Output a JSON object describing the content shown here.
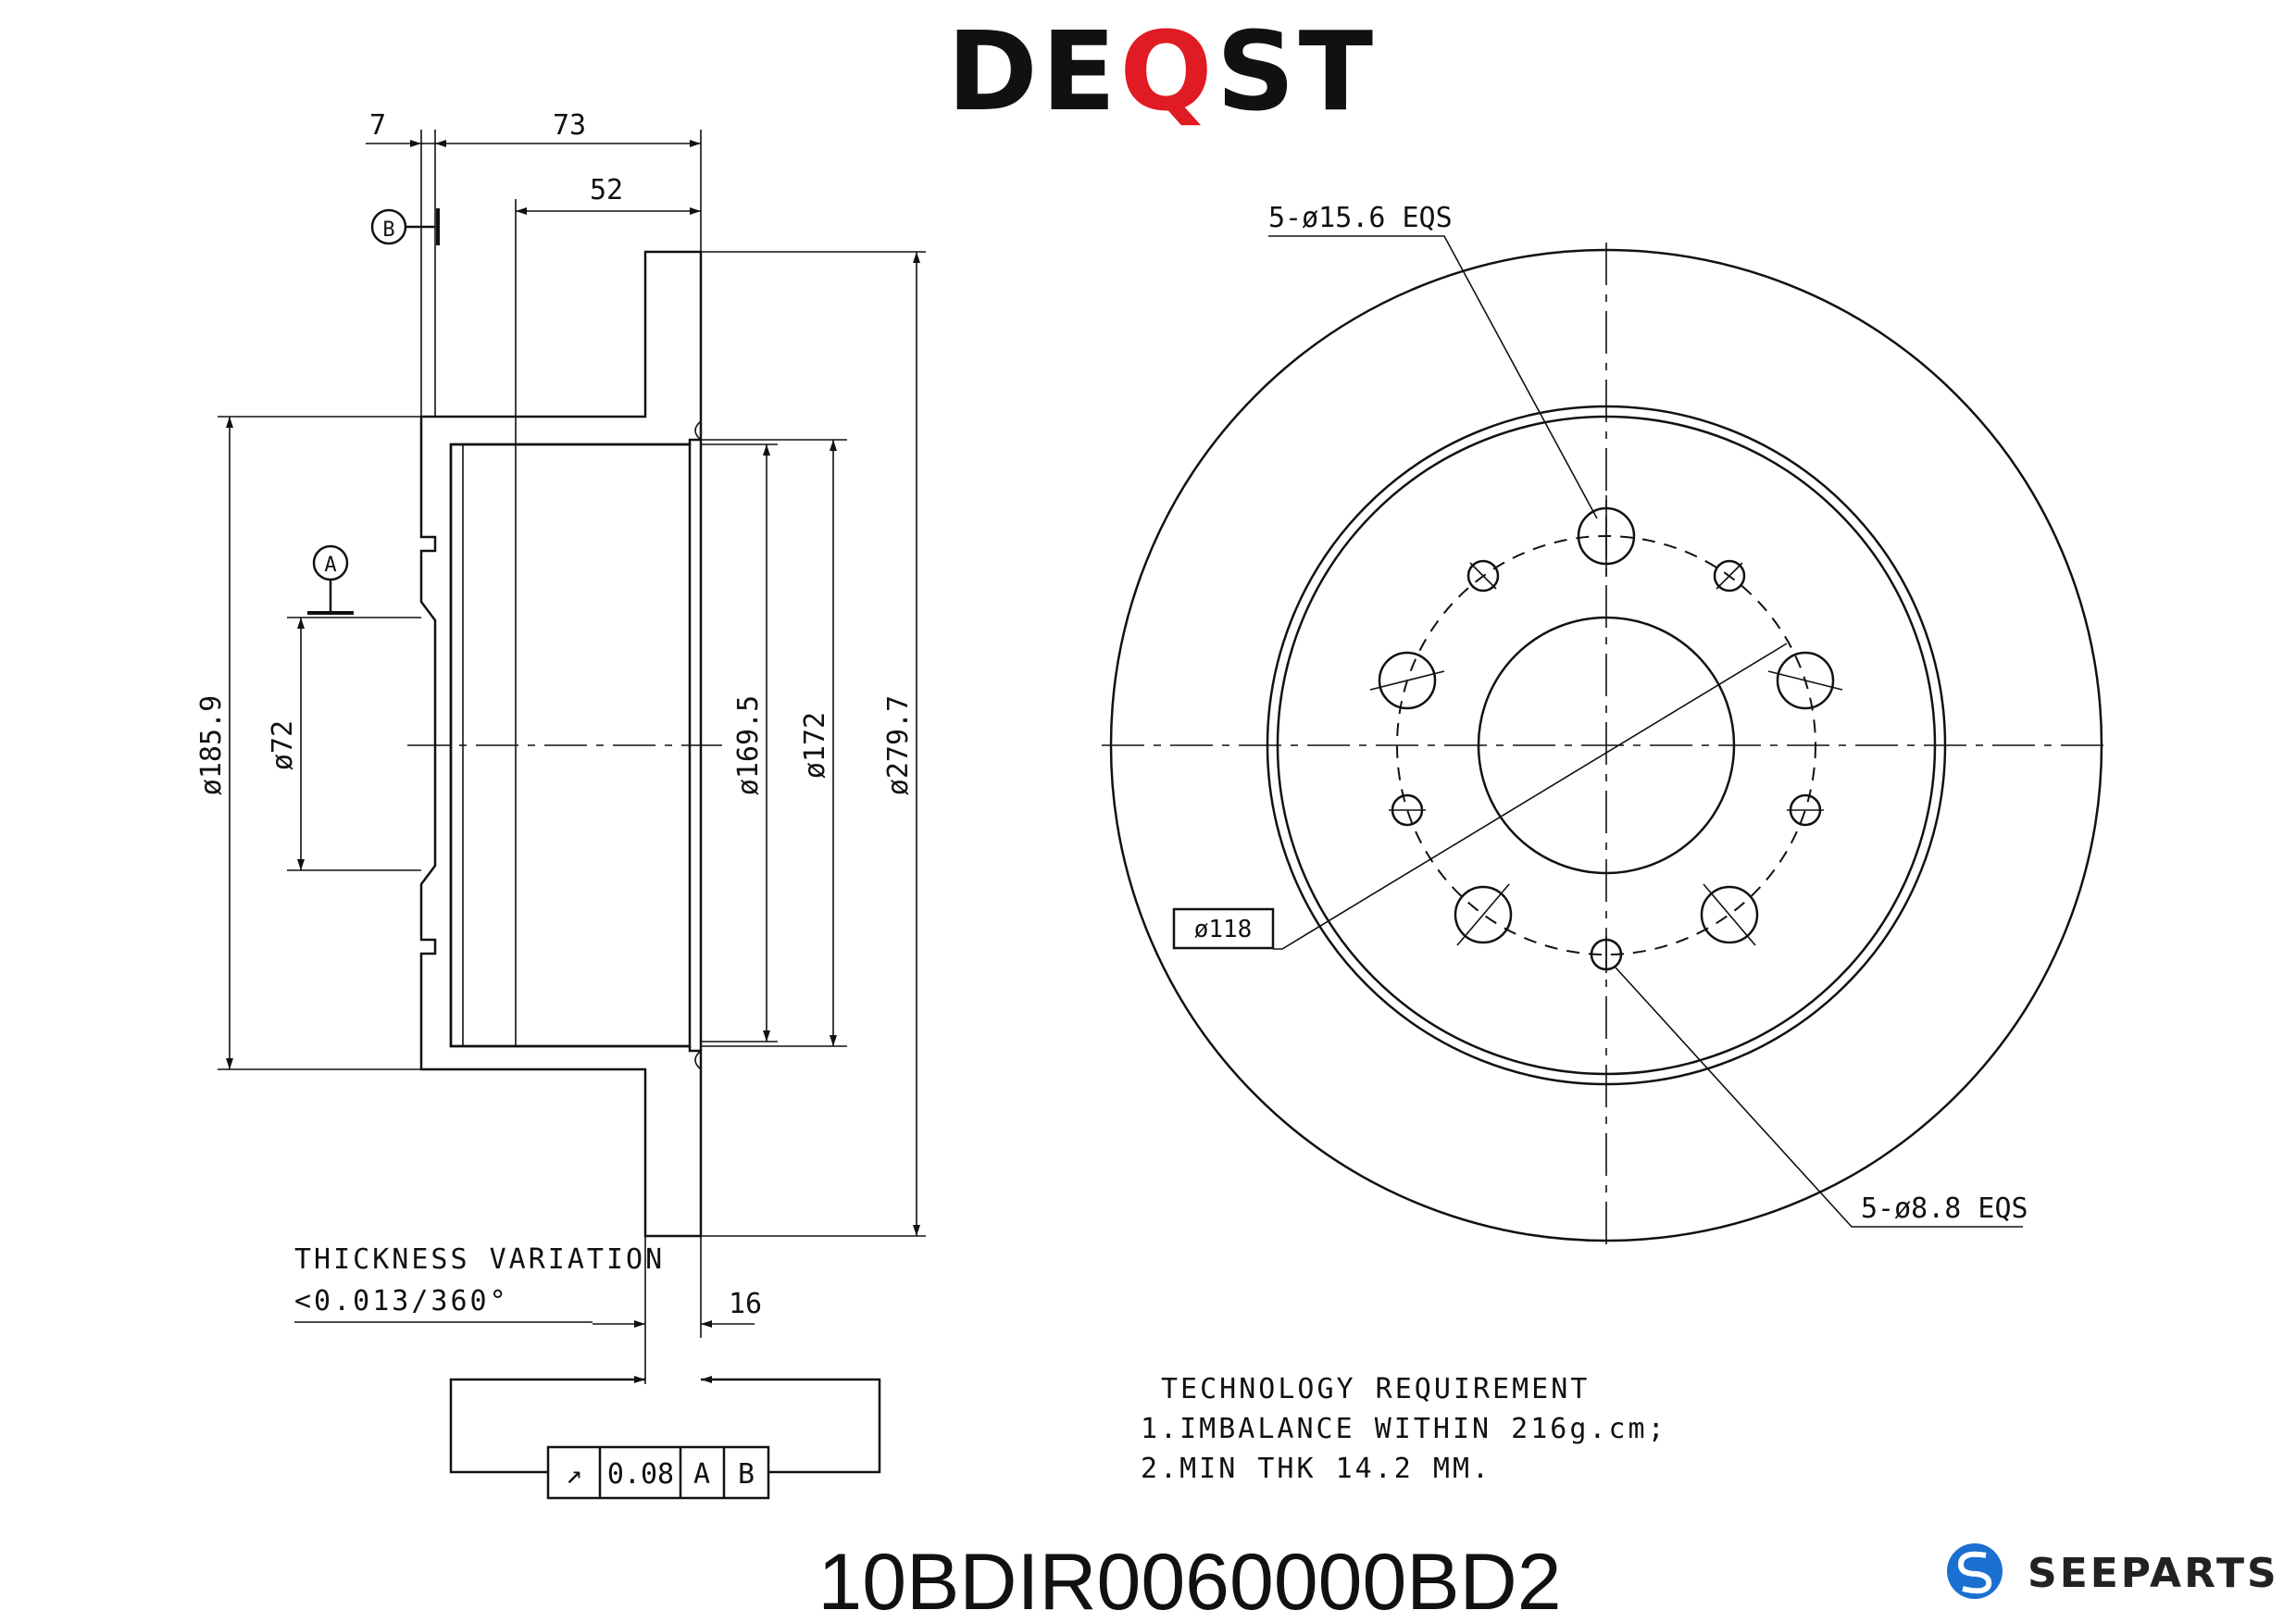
{
  "brand": {
    "prefix": "DE",
    "highlight": "Q",
    "suffix": "ST",
    "highlight_color": "#e01b24"
  },
  "part_number": "10BDIR0060000BD2",
  "seeparts": {
    "logo_text": "SEEPARTS",
    "logo_color": "#1a6fd1"
  },
  "section_view": {
    "dims": {
      "d7": "7",
      "d73": "73",
      "d52": "52",
      "d185": "ø185.9",
      "d72": "ø72",
      "d169": "ø169.5",
      "d172": "ø172",
      "d279": "ø279.7",
      "d16": "16"
    },
    "datum_a": "A",
    "datum_b": "B",
    "thickness_variation": {
      "title": "THICKNESS VARIATION",
      "value": "<0.013/360°"
    },
    "tolerance_frame": {
      "symbol": "↗",
      "value": "0.08",
      "datum1": "A",
      "datum2": "B"
    }
  },
  "front_view": {
    "holes_large": "5-ø15.6 EQS",
    "holes_small": "5-ø8.8 EQS",
    "pcd": "ø118"
  },
  "technology": {
    "title": "TECHNOLOGY REQUIREMENT",
    "line1": "1.IMBALANCE WITHIN 216g.cm;",
    "line2": "2.MIN THK 14.2 MM."
  }
}
